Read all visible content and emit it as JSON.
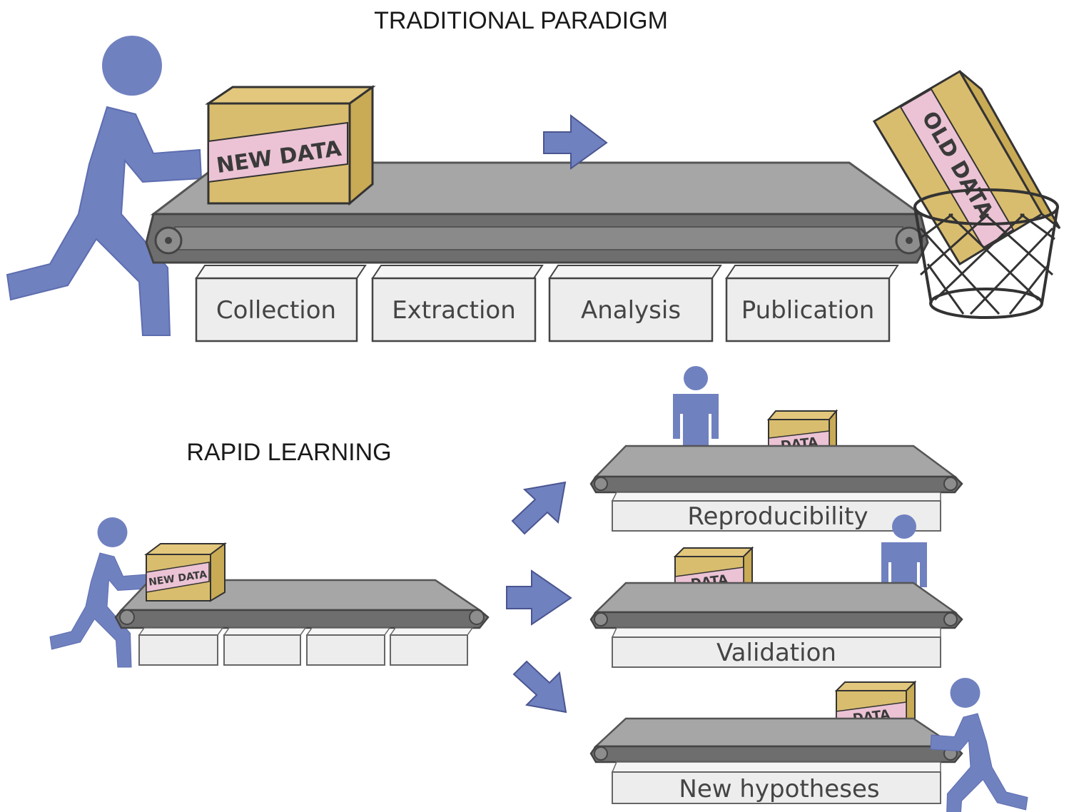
{
  "traditional": {
    "title": "TRADITIONAL PARADIGM",
    "new_box_label": "NEW DATA",
    "old_box_label": "OLD DATA",
    "stages": [
      "Collection",
      "Extraction",
      "Analysis",
      "Publication"
    ]
  },
  "rapid": {
    "title": "RAPID LEARNING",
    "new_box_label": "NEW DATA",
    "outcomes": [
      "Reproducibility",
      "Validation",
      "New hypotheses"
    ],
    "outcome_box_label": "DATA"
  },
  "colors": {
    "person": "#7081c0",
    "box": "#d9bd6e",
    "box_side": "#c9aa55",
    "tape": "#ebc3d4",
    "belt_top": "#a6a6a6",
    "belt_dark": "#6e6e6e",
    "block": "#ededed",
    "arrow": "#7081c0"
  }
}
